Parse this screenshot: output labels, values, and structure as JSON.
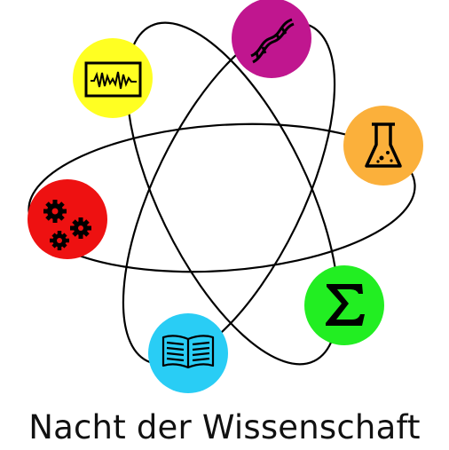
{
  "title": "Nacht der Wissenschaft",
  "nodes": [
    {
      "name": "dna-node",
      "icon": "dna-icon",
      "color": "#c0168f"
    },
    {
      "name": "flask-node",
      "icon": "flask-icon",
      "color": "#fbb03b"
    },
    {
      "name": "sigma-node",
      "icon": "sigma-icon",
      "color": "#22ee22"
    },
    {
      "name": "book-node",
      "icon": "book-icon",
      "color": "#29cdf5"
    },
    {
      "name": "gears-node",
      "icon": "gears-icon",
      "color": "#ee1111"
    },
    {
      "name": "oscilloscope-node",
      "icon": "oscilloscope-icon",
      "color": "#ffff22"
    }
  ],
  "orbit_color": "#000000"
}
